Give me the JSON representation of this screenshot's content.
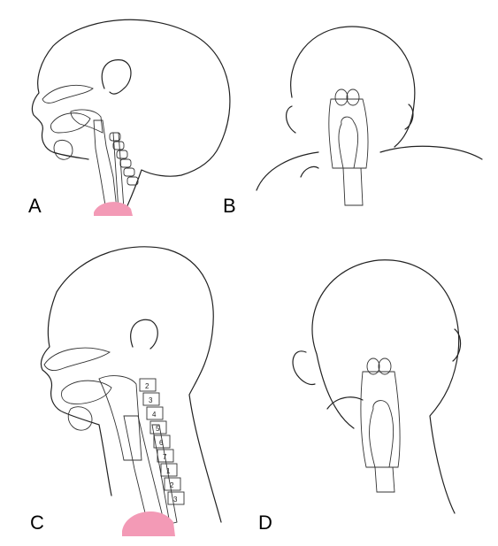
{
  "panels": [
    {
      "id": "A",
      "label": "A"
    },
    {
      "id": "B",
      "label": "B"
    },
    {
      "id": "C",
      "label": "C"
    },
    {
      "id": "D",
      "label": "D"
    }
  ],
  "vertebrae_numbers": [
    "2",
    "3",
    "4",
    "5",
    "6",
    "7",
    "1",
    "2",
    "3"
  ],
  "colors": {
    "airway_pink": "#e8557e",
    "tissue_mauve": "#b9a3a3",
    "trachea_yellow": "#f6f08a",
    "chest_pink": "#f39ab6",
    "outline": "#222222"
  }
}
